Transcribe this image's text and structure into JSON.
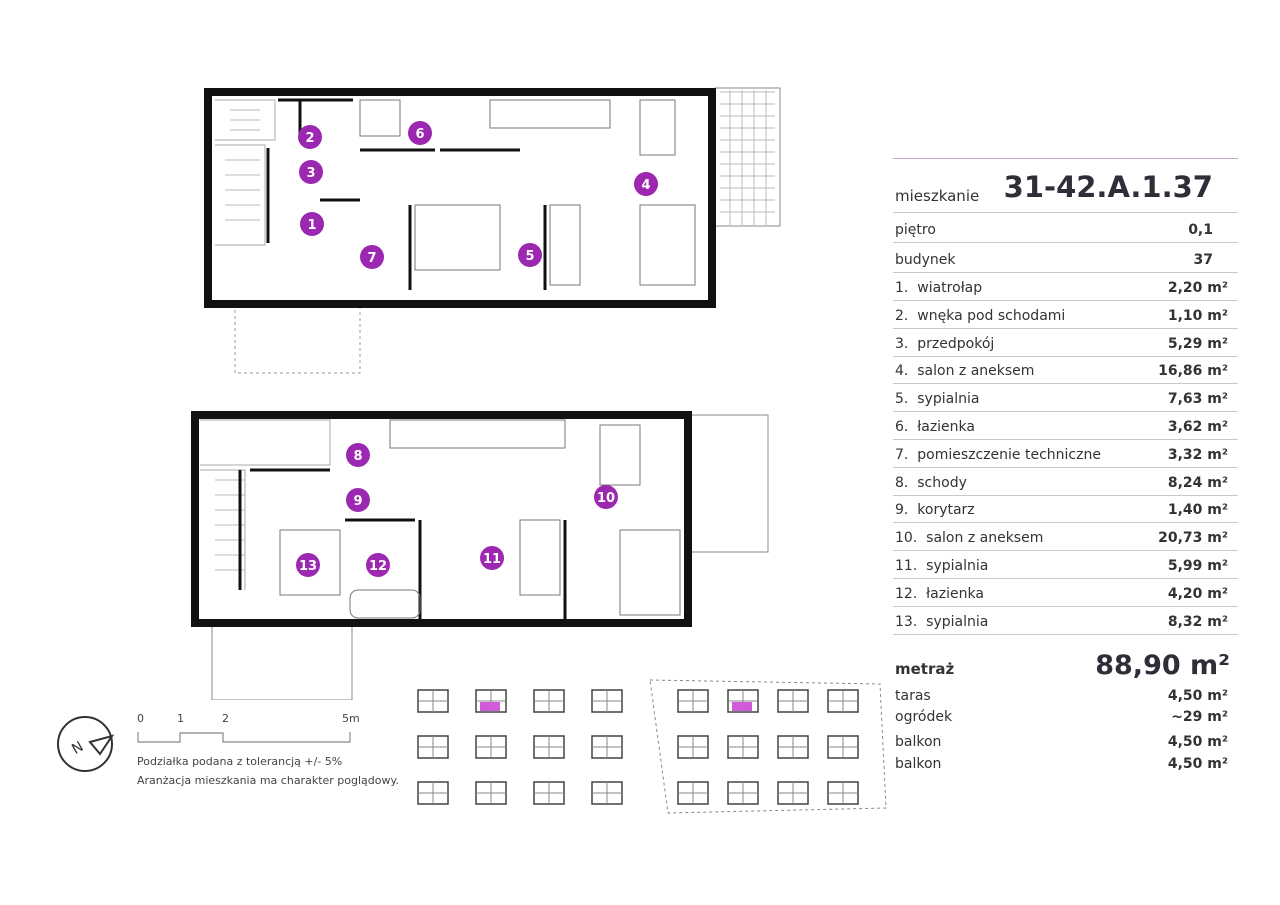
{
  "header": {
    "apartment_label": "mieszkanie",
    "apartment_id": "31-42.A.1.37",
    "floor_label": "piętro",
    "floor_value": "0,1",
    "building_label": "budynek",
    "building_value": "37"
  },
  "rooms": [
    {
      "no": "1.",
      "name": "wiatrołap",
      "area": "2,20 m²",
      "marker": "1"
    },
    {
      "no": "2.",
      "name": "wnęka pod schodami",
      "area": "1,10 m²",
      "marker": "2"
    },
    {
      "no": "3.",
      "name": "przedpokój",
      "area": "5,29 m²",
      "marker": "3"
    },
    {
      "no": "4.",
      "name": "salon z aneksem",
      "area": "16,86 m²",
      "marker": "4"
    },
    {
      "no": "5.",
      "name": "sypialnia",
      "area": "7,63 m²",
      "marker": "5"
    },
    {
      "no": "6.",
      "name": "łazienka",
      "area": "3,62 m²",
      "marker": "6"
    },
    {
      "no": "7.",
      "name": "pomieszczenie techniczne",
      "area": "3,32 m²",
      "marker": "7"
    },
    {
      "no": "8.",
      "name": "schody",
      "area": "8,24 m²",
      "marker": "8"
    },
    {
      "no": "9.",
      "name": "korytarz",
      "area": "1,40 m²",
      "marker": "9"
    },
    {
      "no": "10.",
      "name": "salon z aneksem",
      "area": "20,73 m²",
      "marker": "10"
    },
    {
      "no": "11.",
      "name": "sypialnia",
      "area": "5,99 m²",
      "marker": "11"
    },
    {
      "no": "12.",
      "name": "łazienka",
      "area": "4,20 m²",
      "marker": "12"
    },
    {
      "no": "13.",
      "name": "sypialnia",
      "area": "8,32 m²",
      "marker": "13"
    }
  ],
  "summary": {
    "total_label": "metraż",
    "total_value": "88,90 m²",
    "extras": [
      {
        "name": "taras",
        "area": "4,50 m²"
      },
      {
        "name": "ogródek",
        "area": "~29 m²"
      },
      {
        "name": "balkon",
        "area": "4,50 m²"
      },
      {
        "name": "balkon",
        "area": "4,50 m²"
      }
    ]
  },
  "scale": {
    "ticks": [
      "0",
      "1",
      "2",
      "5m"
    ],
    "note1": "Podziałka podana z tolerancją +/- 5%",
    "note2": "Aranżacja mieszkania ma charakter poglądowy."
  },
  "compass": {
    "letter": "N"
  },
  "colors": {
    "accent": "#9c27b0",
    "highlight": "#d05ad8",
    "rule": "#c8c8c8",
    "wall": "#111111"
  }
}
